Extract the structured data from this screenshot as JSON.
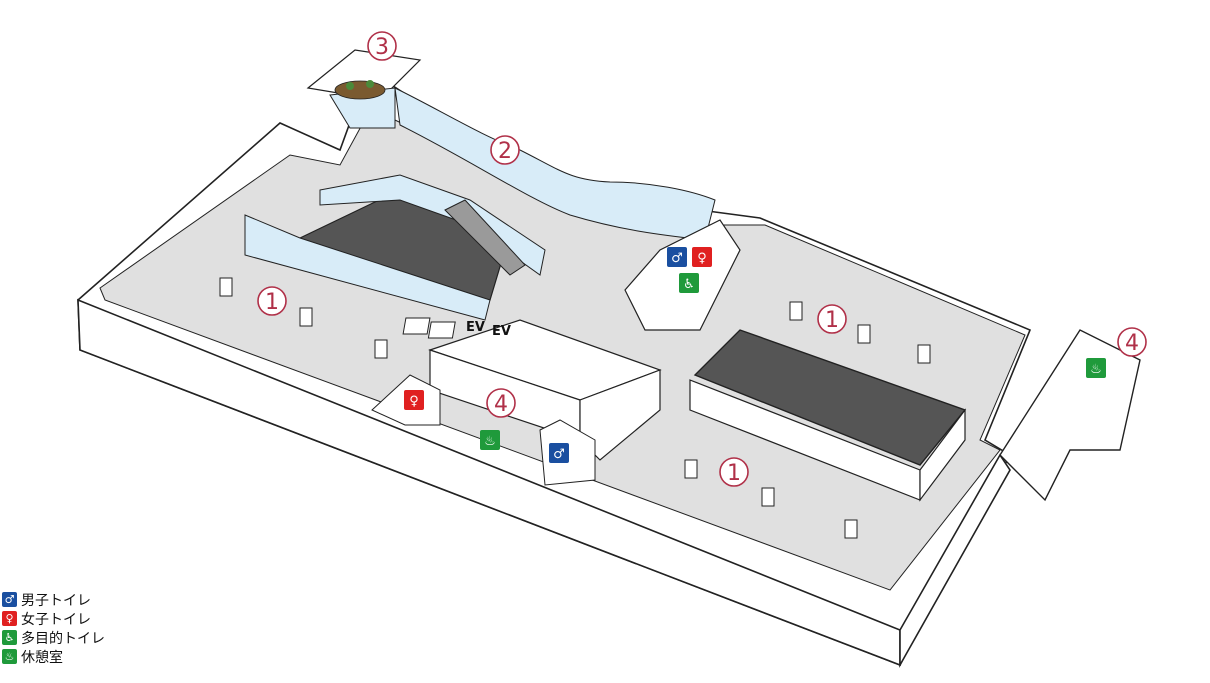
{
  "map": {
    "zones": [
      {
        "id": "z1a",
        "label": "1"
      },
      {
        "id": "z1b",
        "label": "1"
      },
      {
        "id": "z1c",
        "label": "1"
      },
      {
        "id": "z2",
        "label": "2"
      },
      {
        "id": "z3",
        "label": "3"
      },
      {
        "id": "z4a",
        "label": "4"
      },
      {
        "id": "z4b",
        "label": "4"
      }
    ],
    "elevators": [
      "EV",
      "EV"
    ],
    "icons": {
      "male": "♂",
      "female": "♀",
      "accessible": "♿",
      "rest": "♨"
    }
  },
  "legend": [
    {
      "icon": "male-toilet-icon",
      "color": "#1a4fa0",
      "glyph": "♂",
      "label": "男子トイレ"
    },
    {
      "icon": "female-toilet-icon",
      "color": "#e02020",
      "glyph": "♀",
      "label": "女子トイレ"
    },
    {
      "icon": "accessible-toilet-icon",
      "color": "#1f9a3b",
      "glyph": "♿",
      "label": "多目的トイレ"
    },
    {
      "icon": "rest-room-icon",
      "color": "#1f9a3b",
      "glyph": "♨",
      "label": "休憩室"
    }
  ],
  "colors": {
    "floor": "#e0e0e0",
    "wall": "#ffffff",
    "void": "#555555",
    "glass": "#d8ecf8",
    "marker": "#b03048",
    "male": "#1a4fa0",
    "female": "#e02020",
    "green": "#1f9a3b"
  }
}
